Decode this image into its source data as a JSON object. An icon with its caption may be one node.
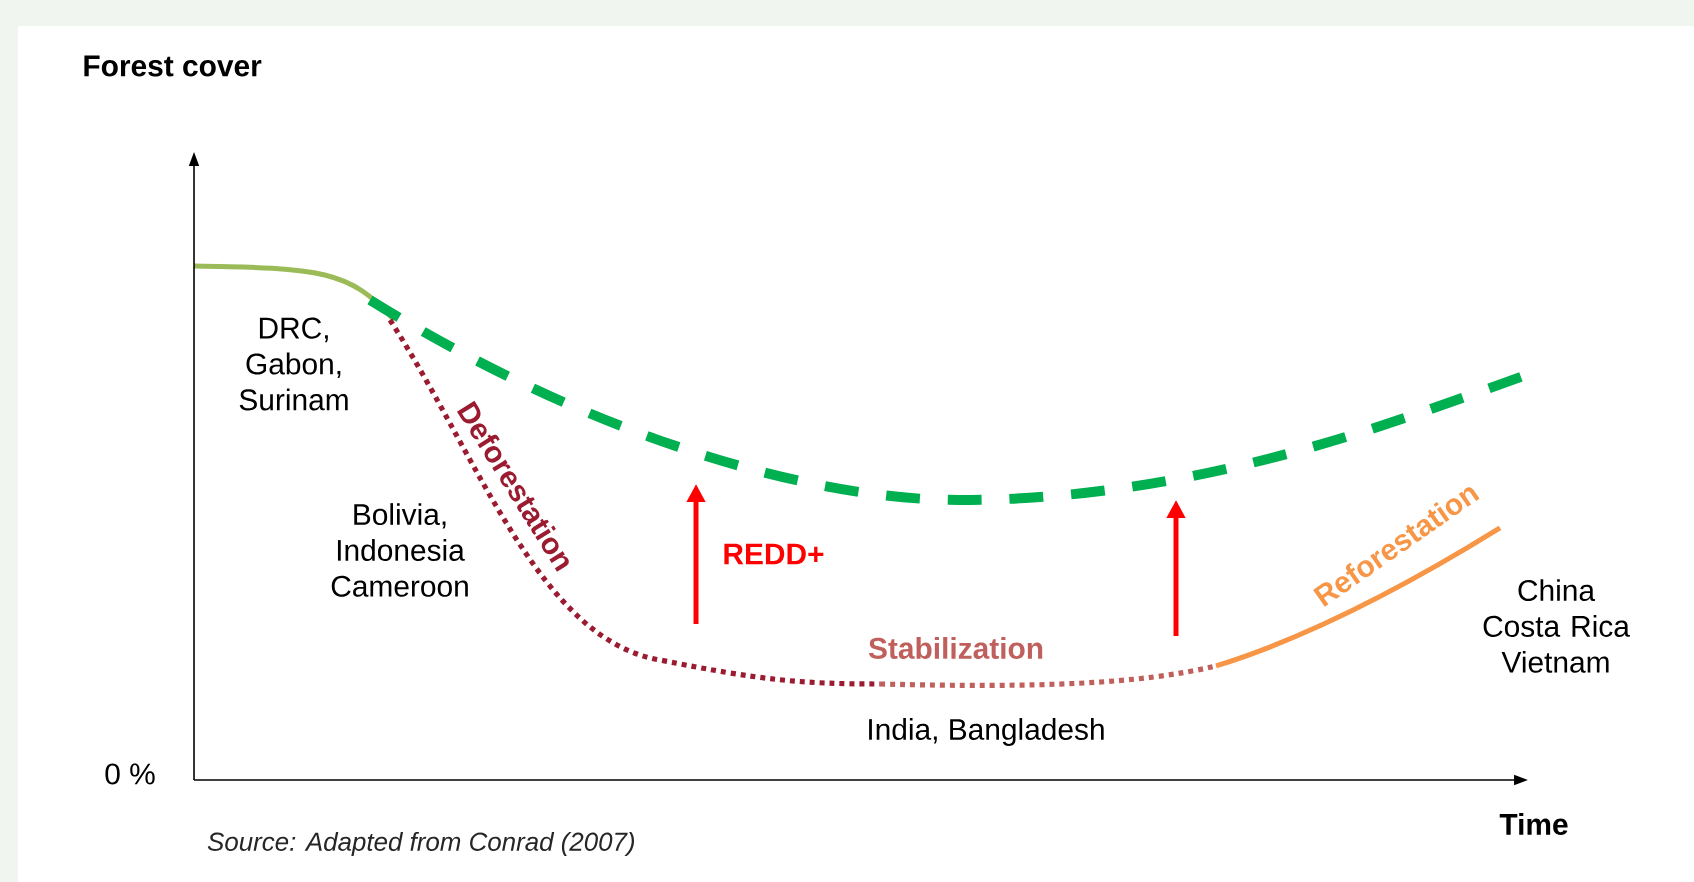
{
  "diagram": {
    "caption": "*Source: Adapted from Conrad (2007)*",
    "labels": [
      "Forest cover",
      "DRC, Gabon, Surinam",
      "Deforestation",
      "Bolivia, Indonesia Cameroon",
      "REDD+",
      "Stabilization",
      "India, Bangladesh",
      "Reforestation",
      "China Costa Rica Vietnam",
      "0 %",
      "Time"
    ]
  }
}
